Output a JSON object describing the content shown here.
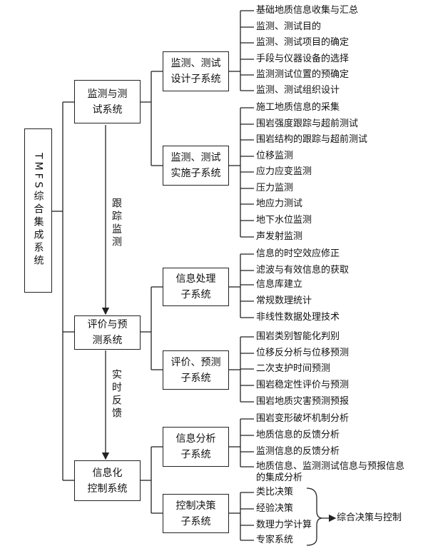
{
  "root": {
    "label": "TMFS综合集成系统"
  },
  "systems": [
    {
      "label": "监测与测\n试系统"
    },
    {
      "label": "评价与预\n测系统"
    },
    {
      "label": "信息化\n控制系统"
    }
  ],
  "flows": [
    {
      "label": "跟踪监测"
    },
    {
      "label": "实时反馈"
    }
  ],
  "subsystems": [
    {
      "label": "监测、测试\n设计子系统",
      "items": [
        "基础地质信息收集与汇总",
        "监测、测试目的",
        "监测、测试项目的确定",
        "手段与仪器设备的选择",
        "监测测试位置的预确定",
        "监测、测试组织设计"
      ]
    },
    {
      "label": "监测、测试\n实施子系统",
      "items": [
        "施工地质信息的采集",
        "围岩强度跟踪与超前测试",
        "围岩结构的跟踪与超前测试",
        "位移监测",
        "应力应变监测",
        "压力监测",
        "地应力测试",
        "地下水位监测",
        "声发射监测"
      ]
    },
    {
      "label": "信息处理\n子系统",
      "items": [
        "信息的时空效应修正",
        "滤波与有效信息的获取",
        "信息库建立",
        "常规数理统计",
        "非线性数据处理技术"
      ]
    },
    {
      "label": "评价、预测\n子系统",
      "items": [
        "围岩类别智能化判别",
        "位移反分析与位移预测",
        "二次支护时间预测",
        "围岩稳定性评价与预测",
        "围岩地质灾害预测预报"
      ]
    },
    {
      "label": "信息分析\n子系统",
      "items": [
        "围岩变形破坏机制分析",
        "地质信息的反馈分析",
        "监测信息的反馈分析",
        "地质信息、监测测试信息与预报信息\n的集成分析"
      ]
    },
    {
      "label": "控制决策\n子系统",
      "items": [
        "类比决策",
        "经验决策",
        "数理力学计算",
        "专家系统"
      ]
    }
  ],
  "result": {
    "label": "综合决策与控制"
  }
}
